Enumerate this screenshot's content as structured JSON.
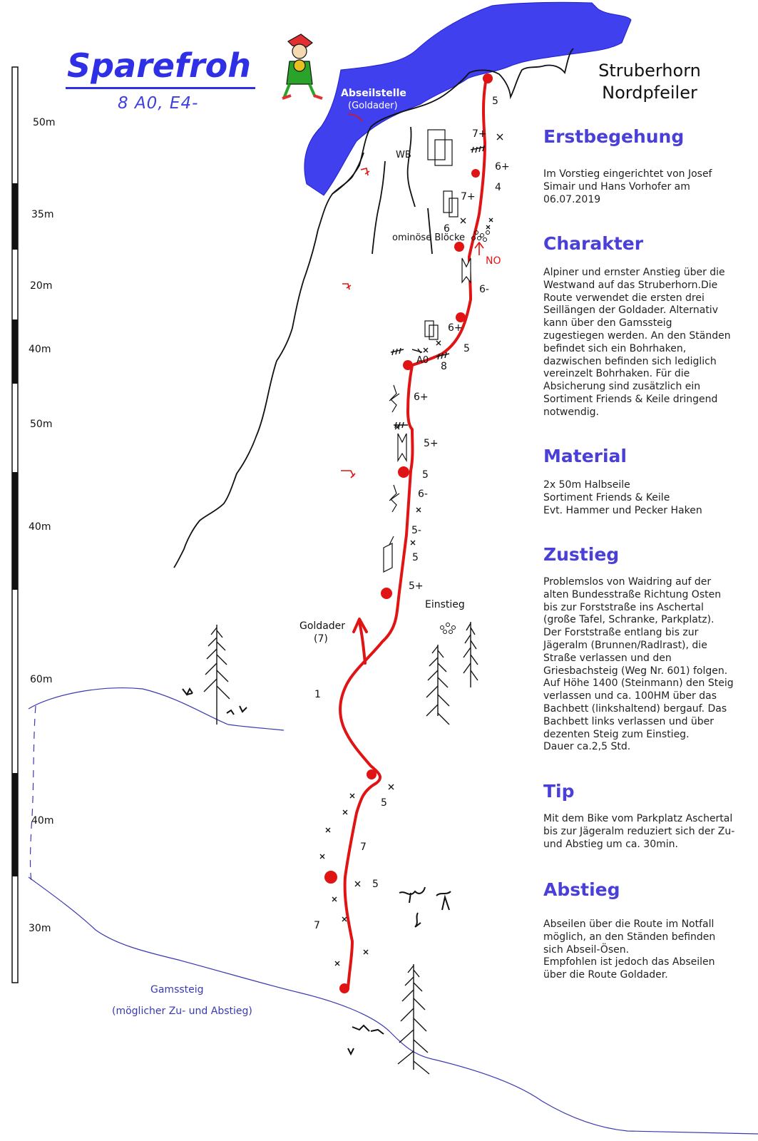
{
  "header": {
    "title": "Sparefroh",
    "grade": "8 A0, E4-",
    "peak_line1": "Struberhorn",
    "peak_line2": "Nordpfeiler"
  },
  "sections": [
    {
      "heading": "Erstbegehung",
      "text": "Im Vorstieg eingerichtet von Josef Simair und Hans Vorhofer am 06.07.2019"
    },
    {
      "heading": "Charakter",
      "text": "Alpiner und ernster Anstieg über die Westwand auf das Struberhorn.Die Route verwendet die ersten drei Seillängen der Goldader. Alternativ kann über den Gamssteig zugestiegen werden. An den Ständen befindet sich ein Bohrhaken, dazwischen befinden sich lediglich vereinzelt Bohrhaken. Für die Absicherung sind zusätzlich ein Sortiment Friends & Keile dringend notwendig."
    },
    {
      "heading": "Material",
      "text": "2x 50m Halbseile\nSortiment Friends & Keile\nEvt. Hammer und Pecker Haken"
    },
    {
      "heading": "Zustieg",
      "text": "Problemslos von Waidring auf der alten Bundesstraße Richtung Osten bis zur Forststraße ins Aschertal (große Tafel, Schranke, Parkplatz). Der Forststraße entlang bis zur Jägeralm (Brunnen/Radlrast), die Straße verlassen und den Griesbachsteig (Weg Nr. 601) folgen. Auf Höhe 1400 (Steinmann) den Steig verlassen und ca. 100HM über das Bachbett (linkshaltend) bergauf. Das Bachbett links verlassen und über dezenten Steig zum Einstieg.\nDauer ca.2,5 Std."
    },
    {
      "heading": "Tip",
      "text": "Mit dem Bike vom Parkplatz Aschertal bis zur Jägeralm reduziert sich der Zu- und Abstieg um ca. 30min."
    },
    {
      "heading": "Abstieg",
      "text": "Abseilen über die Route im Notfall möglich, an den Ständen befinden sich Abseil-Ösen.\nEmpfohlen ist jedoch das Abseilen über die Route Goldader."
    }
  ],
  "scale_labels": [
    "50m",
    "35m",
    "20m",
    "40m",
    "50m",
    "40m",
    "60m",
    "40m",
    "30m"
  ],
  "topo_labels": {
    "abseil_title": "Abseilstelle",
    "abseil_sub": "(Goldader)",
    "wb": "WB",
    "ominous": "ominöse Blöcke",
    "no": "NO",
    "a0": "A0",
    "einstieg": "Einstieg",
    "goldader": "Goldader",
    "goldader_grade": "(7)",
    "gamssteig": "Gamssteig",
    "gamssteig_sub": "(möglicher Zu- und Abstieg)"
  },
  "pitch_grades": [
    "5",
    "7+",
    "6+",
    "4",
    "7+",
    "6",
    "6-",
    "6+",
    "5",
    "8",
    "6+",
    "5+",
    "5",
    "6-",
    "5-",
    "5",
    "5+",
    "1",
    "5",
    "7",
    "5",
    "7"
  ],
  "colors": {
    "route": "#e01414",
    "snow": "#4040ee",
    "title": "#2f2fe6",
    "heading": "#4a3fd6",
    "trail": "#3a3ab0"
  },
  "icons": [
    "mascot-icon",
    "tree-icon",
    "bush-icon",
    "block-icon",
    "crack-icon",
    "chimney-icon",
    "piton-icon"
  ]
}
